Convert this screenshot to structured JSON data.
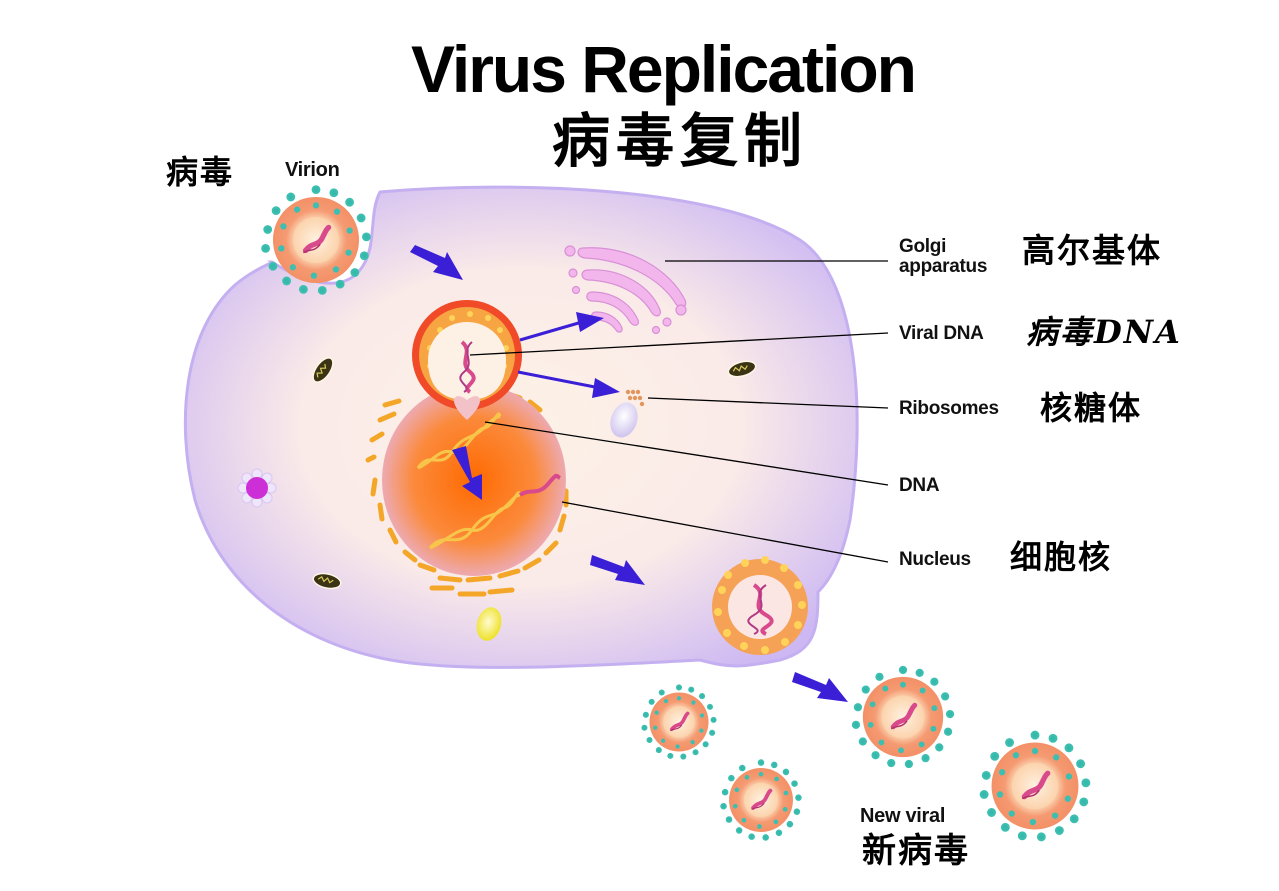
{
  "title": {
    "english": "Virus Replication",
    "chinese": "病毒复制"
  },
  "virion": {
    "label_en": "Virion",
    "label_zh": "病毒"
  },
  "labels": [
    {
      "id": "golgi",
      "en_line1": "Golgi",
      "en_line2": "apparatus",
      "zh": "高尔基体"
    },
    {
      "id": "viral-dna",
      "en": "Viral DNA",
      "zh": "病毒DNA"
    },
    {
      "id": "ribosomes",
      "en": "Ribosomes",
      "zh": "核糖体"
    },
    {
      "id": "dna",
      "en": "DNA",
      "zh": ""
    },
    {
      "id": "nucleus",
      "en": "Nucleus",
      "zh": "细胞核"
    }
  ],
  "new_viral": {
    "label_en": "New viral",
    "label_zh": "新病毒"
  },
  "colors": {
    "cell_fill_center": "#fdf1e6",
    "cell_fill_edge": "#d7c4f5",
    "arrow": "#3a1fd6",
    "virus_shell": "#f4a07a",
    "virus_spike": "#3cbfb0",
    "nucleus_core": "#ff6a00",
    "golgi": "#f3b6ec",
    "dna_pink": "#d94a8c",
    "mitochondria": "#3b3414",
    "leader_line": "#000000"
  }
}
